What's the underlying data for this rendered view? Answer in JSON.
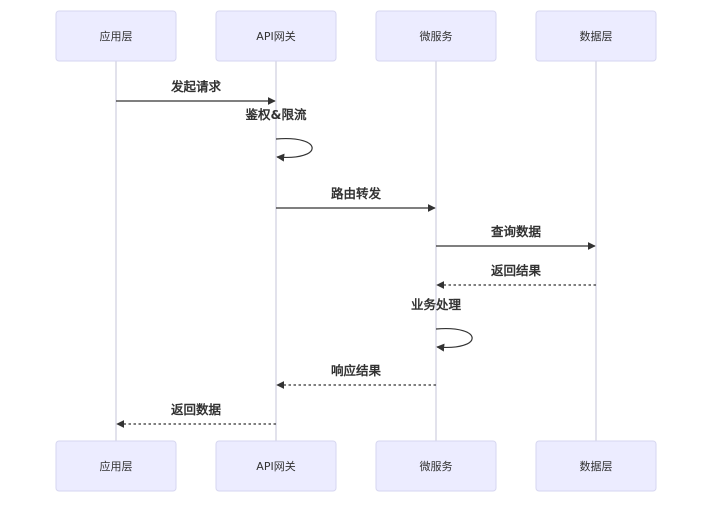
{
  "participants": [
    {
      "id": "app",
      "label": "应用层"
    },
    {
      "id": "gateway",
      "label": "API网关"
    },
    {
      "id": "service",
      "label": "微服务"
    },
    {
      "id": "data",
      "label": "数据层"
    }
  ],
  "messages": [
    {
      "from": "app",
      "to": "gateway",
      "label": "发起请求",
      "style": "solid"
    },
    {
      "from": "gateway",
      "to": "gateway",
      "label": "鉴权&限流",
      "style": "solid"
    },
    {
      "from": "gateway",
      "to": "service",
      "label": "路由转发",
      "style": "solid"
    },
    {
      "from": "service",
      "to": "data",
      "label": "查询数据",
      "style": "solid"
    },
    {
      "from": "data",
      "to": "service",
      "label": "返回结果",
      "style": "dotted"
    },
    {
      "from": "service",
      "to": "service",
      "label": "业务处理",
      "style": "solid"
    },
    {
      "from": "service",
      "to": "gateway",
      "label": "响应结果",
      "style": "dotted"
    },
    {
      "from": "gateway",
      "to": "app",
      "label": "返回数据",
      "style": "dotted"
    }
  ],
  "colors": {
    "actor_fill": "#ececff",
    "actor_border": "#d6d6f0",
    "lifeline": "#d9d9e6",
    "line": "#333333",
    "text": "#333333"
  }
}
